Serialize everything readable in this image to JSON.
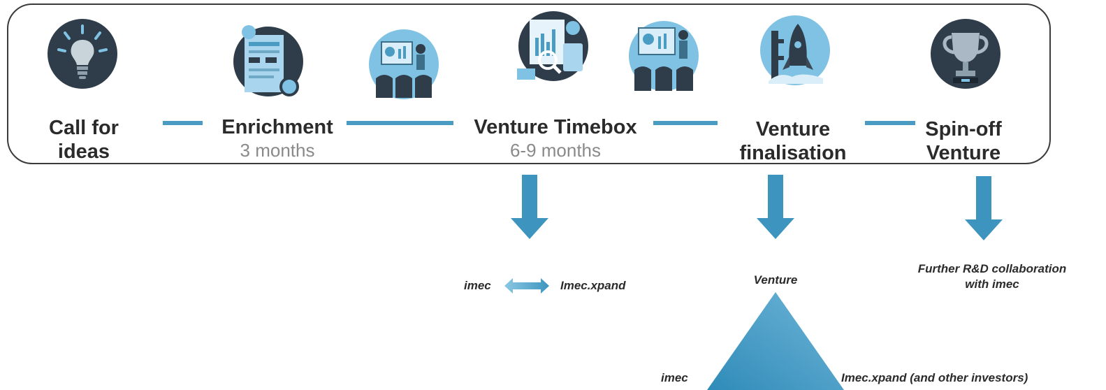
{
  "stages": [
    {
      "title": "Call for ideas",
      "subtitle": "",
      "icon": "lightbulb-icon"
    },
    {
      "title": "Enrichment",
      "subtitle": "3 months",
      "icon": "document-review-icon"
    },
    {
      "title": "Venture Timebox",
      "subtitle": "6-9 months",
      "icon": "analysis-icon"
    },
    {
      "title": "Venture finalisation",
      "subtitle": "",
      "icon": "rocket-icon"
    },
    {
      "title": "Spin-off Venture",
      "subtitle": "",
      "icon": "trophy-icon"
    }
  ],
  "stage_titles": {
    "call_line1": "Call for",
    "call_line2": "ideas",
    "enrichment": "Enrichment",
    "timebox": "Venture Timebox",
    "final_line1": "Venture",
    "final_line2": "finalisation",
    "spinoff_line1": "Spin-off",
    "spinoff_line2": "Venture"
  },
  "stage_subtitles": {
    "enrichment": "3 months",
    "timebox": "6-9 months"
  },
  "outcomes": {
    "timebox": {
      "left": "imec",
      "right": "Imec.xpand"
    },
    "finalisation": {
      "top": "Venture",
      "left": "imec",
      "right": "Imec.xpand (and other investors)"
    },
    "spinoff": {
      "line1": "Further R&D collaboration",
      "line2": "with imec"
    }
  },
  "colors": {
    "accent": "#4a9cc3",
    "icon_dark": "#2f3d4a",
    "icon_light": "#7fc2e3",
    "frame": "#3a3a3a",
    "subtitle": "#8a8a8a"
  }
}
